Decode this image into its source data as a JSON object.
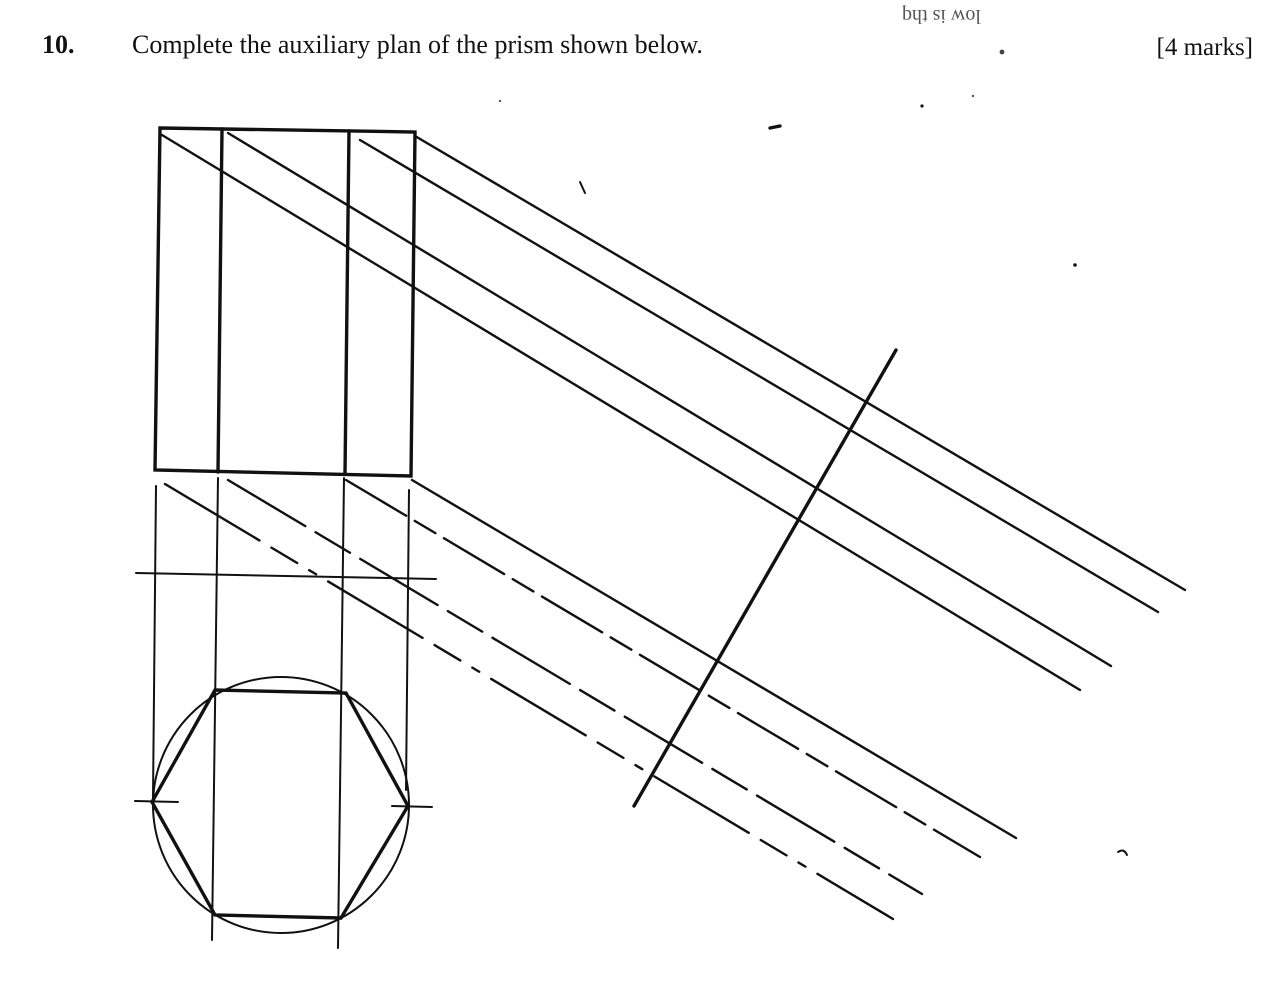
{
  "question": {
    "number": "10.",
    "text": "Complete the auxiliary plan of the prism shown below.",
    "marks": "[4 marks]"
  },
  "stray_text": "low is thq",
  "colors": {
    "ink": "#111111",
    "paper": "#ffffff"
  }
}
